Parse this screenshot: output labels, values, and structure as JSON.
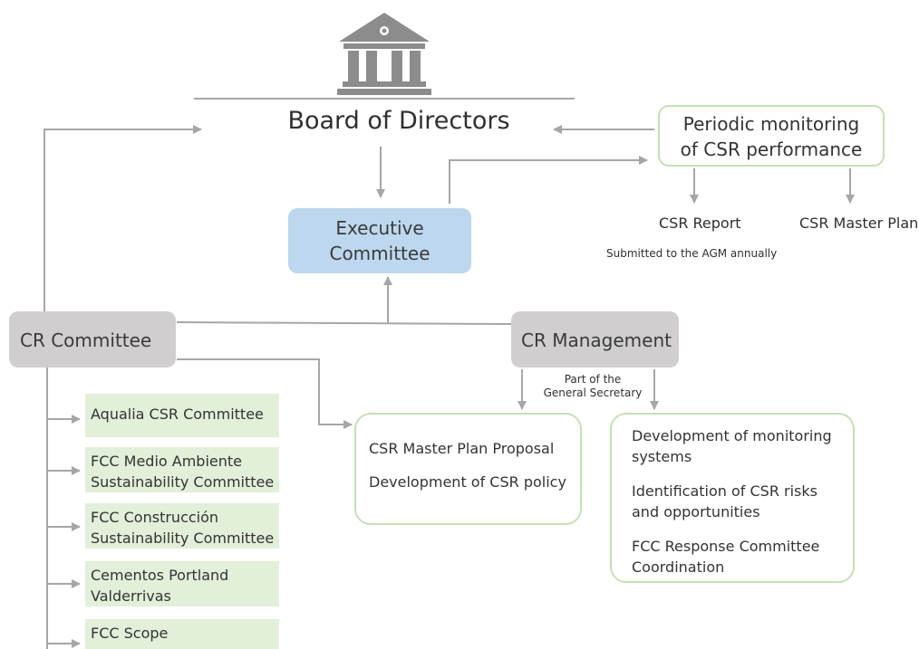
{
  "board": {
    "title": "Board of Directors"
  },
  "monitoring": {
    "line1": "Periodic monitoring",
    "line2": "of CSR performance"
  },
  "executive": {
    "line1": "Executive",
    "line2": "Committee"
  },
  "reports": {
    "csr_report": "CSR Report",
    "csr_master_plan": "CSR Master Plan",
    "agm_note": "Submitted to the AGM annually"
  },
  "cr_committee": {
    "label": "CR Committee"
  },
  "cr_management": {
    "label": "CR Management",
    "note_line1": "Part of the",
    "note_line2": "General Secretary"
  },
  "subcommittees": [
    {
      "line1": "Aqualia CSR Committee",
      "line2": ""
    },
    {
      "line1": "FCC Medio Ambiente",
      "line2": "Sustainability Committee"
    },
    {
      "line1": "FCC Construcción",
      "line2": "Sustainability Committee"
    },
    {
      "line1": "Cementos Portland",
      "line2": "Valderrivas"
    },
    {
      "line1": "FCC Scope",
      "line2": ""
    }
  ],
  "committee_tasks": [
    "CSR Master Plan Proposal",
    "Development of CSR policy"
  ],
  "management_tasks": [
    {
      "line1": "Development of monitoring",
      "line2": "systems"
    },
    {
      "line1": "Identification of CSR risks",
      "line2": "and opportunities"
    },
    {
      "line1": "FCC Response Committee",
      "line2": "Coordination"
    }
  ],
  "colors": {
    "connector": "#a6a6a6",
    "building": "#8c8c8c",
    "exec_fill": "#bdd7ee",
    "grey_fill": "#d0cece",
    "green_fill": "#e2efd9",
    "green_border": "#c5e0b4"
  }
}
